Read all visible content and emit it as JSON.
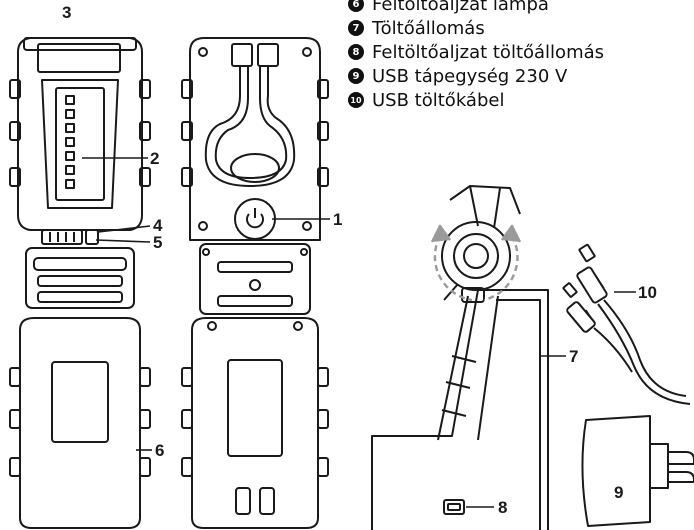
{
  "legend": {
    "items": [
      {
        "num": "6",
        "text": "Feltöltőaljzat lámpa"
      },
      {
        "num": "7",
        "text": "Töltőállomás"
      },
      {
        "num": "8",
        "text": "Feltöltőaljzat töltőállomás"
      },
      {
        "num": "9",
        "text": "USB tápegység 230 V"
      },
      {
        "num": "10",
        "text": "USB töltőkábel"
      }
    ]
  },
  "callouts": {
    "c1": "1",
    "c2": "2",
    "c3": "3",
    "c4": "4",
    "c5": "5",
    "c6": "6",
    "c7": "7",
    "c8": "8",
    "c9": "9",
    "c10": "10"
  },
  "colors": {
    "ink": "#1a1a1a",
    "fill": "#ffffff",
    "dash": "#9a9a9a"
  },
  "icons": [
    "power-icon",
    "usb-icon",
    "rotate-arrows-icon"
  ]
}
